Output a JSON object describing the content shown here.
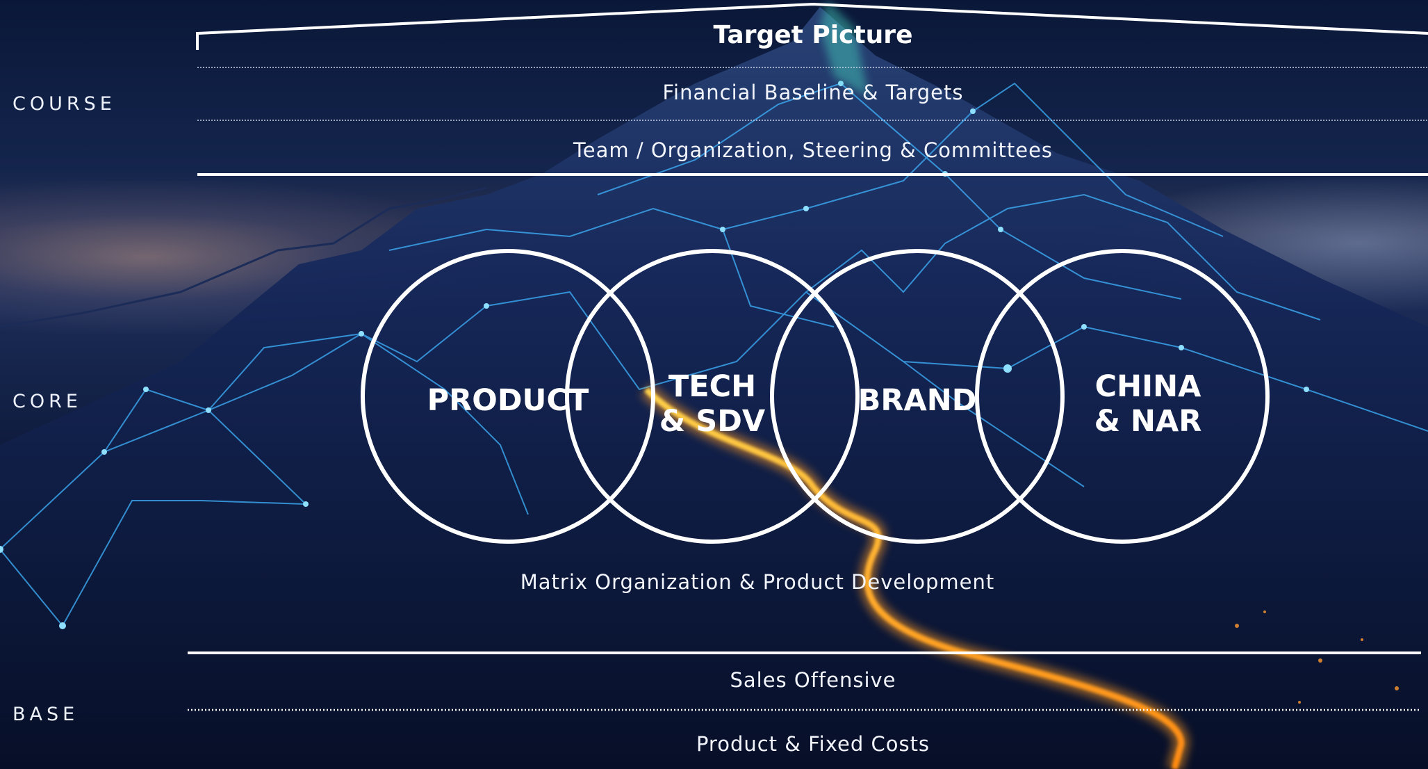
{
  "title": "Target Picture",
  "sections": {
    "course": "COURSE",
    "core": "CORE",
    "base": "BASE"
  },
  "course_items": [
    "Financial Baseline & Targets",
    "Team / Organization, Steering & Committees"
  ],
  "pillars": [
    {
      "line1": "PRODUCT",
      "line2": ""
    },
    {
      "line1": "TECH",
      "line2": "& SDV"
    },
    {
      "line1": "BRAND",
      "line2": ""
    },
    {
      "line1": "CHINA",
      "line2": "& NAR"
    }
  ],
  "core_footer": "Matrix Organization & Product Development",
  "base_items": [
    "Sales Offensive",
    "Product & Fixed Costs"
  ],
  "colors": {
    "line": "#ffffff",
    "network": "#3fb4ff",
    "path": "#ffb020"
  }
}
